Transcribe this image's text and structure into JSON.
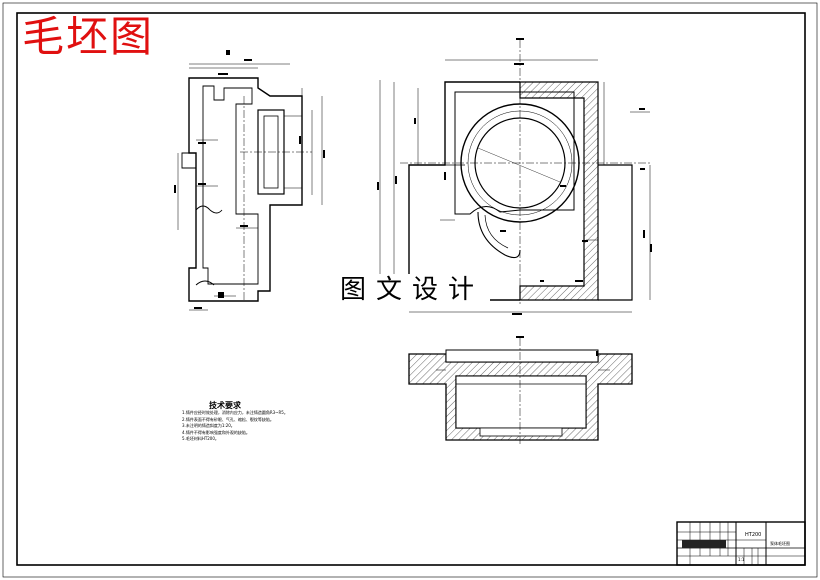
{
  "drawing": {
    "title": "毛坯图",
    "watermark": "图文设计",
    "technical_requirements_title": "技术要求",
    "technical_requirements": [
      "1.铸件应经时效处理，消除内应力，未注铸造圆角R3~R5。",
      "2.铸件表面不得有砂眼、气孔、缩松、裂纹等缺陷。",
      "3.未注明的铸造斜度为1:20。",
      "4.铸件不得有影响强度和外观的缺陷。",
      "5.毛坯材料HT200。"
    ]
  },
  "title_block": {
    "material": "HT200",
    "drawing_name": "泵体毛坯图",
    "scale": "1:1"
  },
  "colors": {
    "title_red": "#e01010",
    "line": "#000000",
    "hatch": "#444444",
    "background": "#ffffff"
  }
}
